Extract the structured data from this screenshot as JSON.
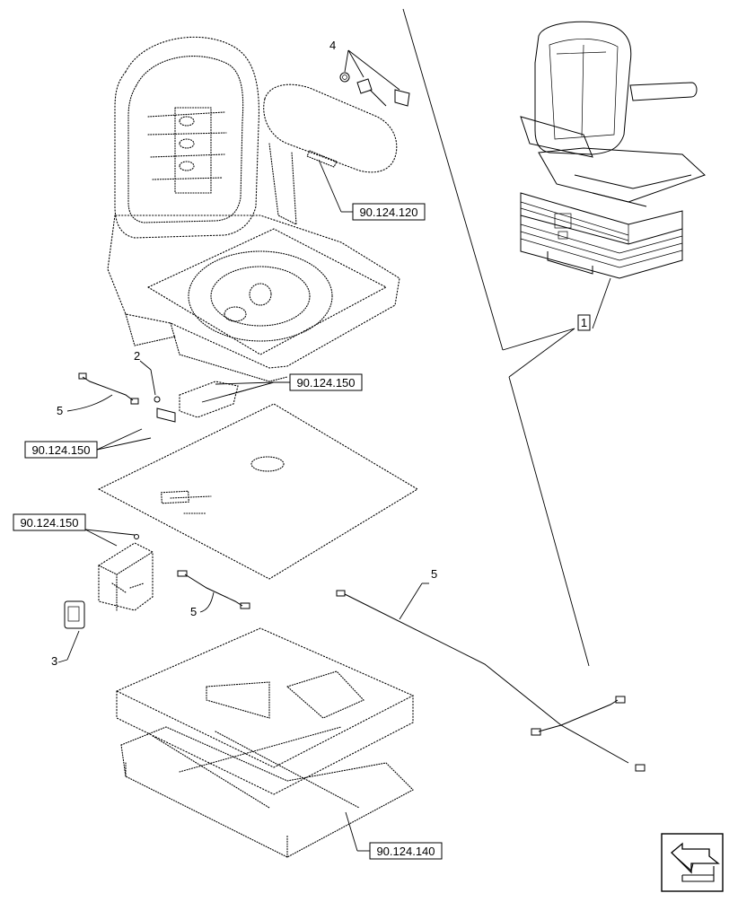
{
  "callouts": {
    "item_1": "1",
    "item_2": "2",
    "item_3": "3",
    "item_4": "4",
    "item_5a": "5",
    "item_5b": "5",
    "item_5c": "5"
  },
  "references": {
    "ref_armrest": "90.124.120",
    "ref_bracket": "90.124.150",
    "ref_left_switch": "90.124.150",
    "ref_left_box": "90.124.150",
    "ref_suspension": "90.124.140"
  },
  "nav_icon": "arrow-icon"
}
